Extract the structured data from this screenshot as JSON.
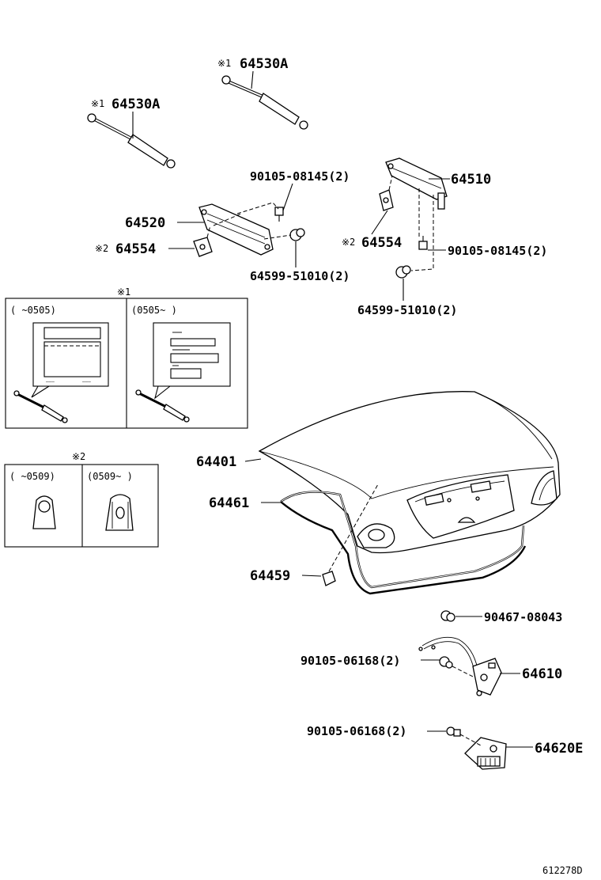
{
  "diagram_code": "612278D",
  "labels": {
    "strut_right": {
      "mark": "※1",
      "part": "64530A"
    },
    "strut_left": {
      "mark": "※1",
      "part": "64530A"
    },
    "bolt_left": "90105-08145(2)",
    "hinge_right": "64510",
    "hinge_left": "64520",
    "bracket_left": {
      "mark": "※2",
      "part": "64554"
    },
    "bracket_right": {
      "mark": "※2",
      "part": "64554"
    },
    "bolt_right": "90105-08145(2)",
    "stud_left": "64599-51010(2)",
    "stud_right": "64599-51010(2)",
    "lid": "64401",
    "weatherstrip": "64461",
    "cushion": "64459",
    "grommet": "90467-08043",
    "bolt_lock": "90105-06168(2)",
    "lock": "64610",
    "bolt_motor": "90105-06168(2)",
    "motor": "64620E"
  },
  "inset1": {
    "mark": "※1",
    "left_range": "(      ~0505)",
    "right_range": "(0505~        )"
  },
  "inset2": {
    "mark": "※2",
    "left_range": "(      ~0509)",
    "right_range": "(0509~      )"
  }
}
